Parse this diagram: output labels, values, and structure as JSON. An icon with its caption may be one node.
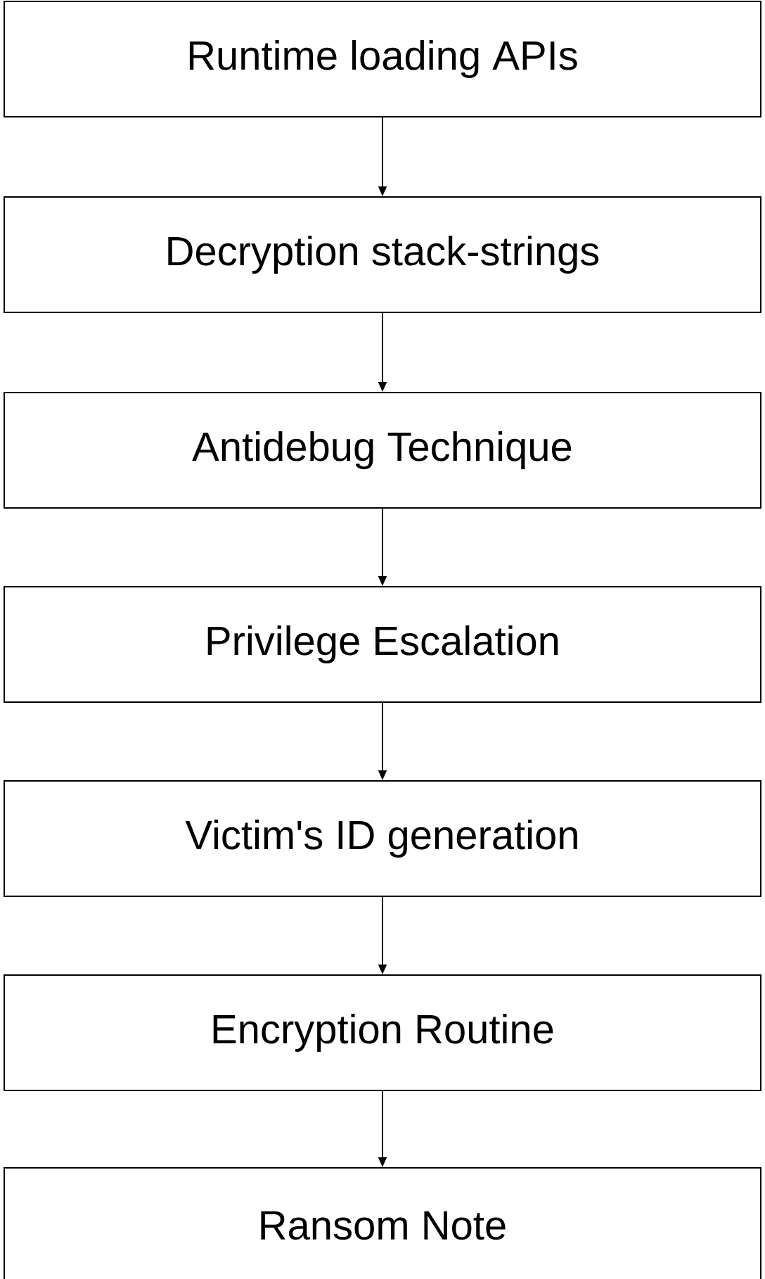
{
  "diagram": {
    "nodes": [
      {
        "text": [
          "Runtime loading APIs"
        ]
      },
      {
        "text": [
          "Decryption stack-strings"
        ]
      },
      {
        "text": [
          "Antidebug Technique"
        ]
      },
      {
        "text": [
          "Privilege Escalation"
        ]
      },
      {
        "text": [
          "Victim's ID generation"
        ]
      },
      {
        "text": [
          "Encryption Routine"
        ]
      },
      {
        "text": [
          "Ransom Note"
        ]
      }
    ],
    "edges": [
      {
        "from": 0,
        "to": 1,
        "arrow": "to"
      },
      {
        "from": 1,
        "to": 2,
        "arrow": "to"
      },
      {
        "from": 2,
        "to": 3,
        "arrow": "to"
      },
      {
        "from": 3,
        "to": 4,
        "arrow": "to"
      },
      {
        "from": 4,
        "to": 5,
        "arrow": "to"
      },
      {
        "from": 5,
        "to": 6,
        "arrow": "to"
      }
    ]
  }
}
